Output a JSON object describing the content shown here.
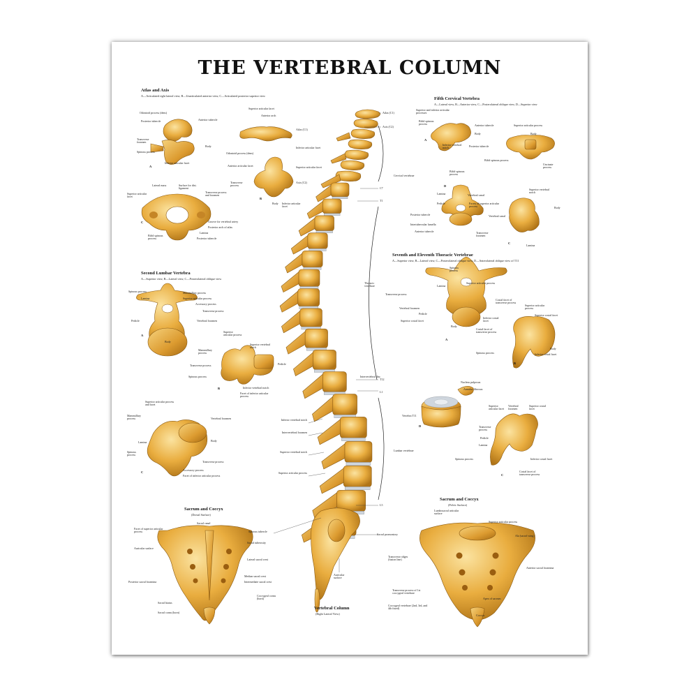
{
  "title": "THE VERTEBRAL COLUMN",
  "sections": {
    "atlas_axis": {
      "heading": "Atlas and Axis",
      "sub": "A—Articulated right lateral view, B—Unarticulated anterior view, C—Articulated posterior superior view"
    },
    "fifth_cervical": {
      "heading": "Fifth Cervical Vertebra",
      "sub": "A—Lateral view, B—Anterior view, C—Posterolateral oblique view, D—Superior view"
    },
    "second_lumbar": {
      "heading": "Second Lumbar Vertebra",
      "sub": "A—Superior view, B—Lateral view, C—Posterolateral oblique view"
    },
    "thoracic": {
      "heading": "Seventh and Eleventh Thoracic Vertebrae",
      "sub": "A—Superior view, B—Lateral view, C—Posterolateral oblique view, D—Anterolateral oblique view of T11"
    },
    "sacrum_dorsal": {
      "heading": "Sacrum and Coccyx",
      "sub": "(Dorsal Surface)"
    },
    "sacrum_pelvic": {
      "heading": "Sacrum and Coccyx",
      "sub": "(Pelvic Surface)"
    },
    "column": {
      "heading": "Vertebral Column",
      "sub": "(Right Lateral View)"
    }
  },
  "spine_labels": {
    "atlas": "Atlas (C1)",
    "axis": "Axis (C2)",
    "cervical": "Cervical vertebrae",
    "c7": "C7",
    "t1": "T1",
    "thoracic": "Thoracic vertebrae",
    "t12": "T12",
    "l1": "L1",
    "lumbar": "Lumbar vertebrae",
    "l5": "L5",
    "intervertebral_disc": "Intervertebral disc",
    "inferior_notch": "Inferior vertebral notch",
    "foramen": "Intervertebral foramen",
    "superior_notch": "Superior vertebral notch",
    "sup_articular": "Superior articular process",
    "spinous_tubercle": "Spinous tubercle",
    "sacral_promontory": "Sacral promontory",
    "auricular": "Auricular surface"
  },
  "atlas_labels": {
    "odontoid": "Odontoid process (dens)",
    "posterior_tubercle": "Posterior tubercle",
    "transverse_foramen": "Transverse foramen",
    "spinous": "Spinous process",
    "anterior_tubercle": "Anterior tubercle",
    "body": "Body",
    "inferior_facet": "Inferior articular facet",
    "superior_facet": "Superior articular facet",
    "anterior_arch": "Anterior arch",
    "atlas_c1": "Atlas (C1)",
    "odontoid2": "Odontoid process (dens)",
    "anterior_facet": "Anterior articular facet",
    "inferior_facet2": "Inferior articular facet",
    "superior_facet2": "Superior articular facet",
    "transverse": "Transverse process",
    "axis_c2": "Axis (C2)",
    "body2": "Body",
    "inferior_facet3": "Inferior articular facet",
    "lateral_mass": "Lateral mass",
    "surface_ligament": "Surface for dist. ligament",
    "superior_facet3": "Superior articular facet",
    "transverse_proc": "Transverse process and foramen",
    "groove": "Groove for vertebral artery",
    "posterior_arch": "Posterior arch of atlas",
    "lamina": "Lamina",
    "bifid": "Bifid spinous process",
    "post_tubercle2": "Posterior tubercle"
  },
  "cervical_labels": {
    "sup_inf": "Superior and inferior articular processes",
    "bifid": "Bifid spinous process",
    "anterior_tubercle": "Anterior tubercle",
    "body": "Body",
    "inferior_notch": "Inferior vertebral notch",
    "posterior_tubercle": "Posterior tubercle",
    "sup_facet": "Superior articular process",
    "body2": "Body",
    "bifid2": "Bifid spinous process",
    "uncinate": "Uncinate process",
    "bifid3": "Bifid spinous process",
    "lamina": "Lamina",
    "pedicle": "Pedicle",
    "vertebral_canal": "Vertebral canal",
    "facets": "Facets of superior articular process",
    "posterior_tubercle2": "Posterior tubercle",
    "intertubercular": "Intertubercular lamella",
    "anterior_tubercle2": "Anterior tubercle",
    "transverse_foramen": "Transverse foramen",
    "sup_notch": "Superior vertebral notch",
    "vertebral_canal2": "Vertebral canal",
    "body3": "Body",
    "lamina2": "Lamina"
  },
  "lumbar_labels": {
    "spinous": "Spinous process",
    "mammillary": "Mammillary process",
    "lamina": "Lamina",
    "sup_articular": "Superior articular process",
    "accessory": "Accessory process",
    "transverse": "Transverse process",
    "pedicle": "Pedicle",
    "vertebral_foramen": "Vertebral foramen",
    "body": "Body",
    "sup_articular2": "Superior articular process",
    "sup_notch": "Superior vertebral notch",
    "mammillary2": "Mammillary process",
    "pedicle2": "Pedicle",
    "transverse2": "Transverse process",
    "spinous2": "Spinous process",
    "inf_notch": "Inferior vertebral notch",
    "facet_inferior": "Facet of inferior articular process",
    "sup_facet": "Superior articular process and facet",
    "mammillary3": "Mammillary process",
    "vertebral_foramen2": "Vertebral foramen",
    "lamina2": "Lamina",
    "body2": "Body",
    "spinous3": "Spinous process",
    "transverse3": "Transverse process",
    "accessory2": "Accessory process",
    "facet_inferior2": "Facet of inferior articular process"
  },
  "thoracic_labels": {
    "spinous": "Spinous process",
    "sup_articular": "Superior articular process",
    "lamina": "Lamina",
    "transverse": "Transverse process",
    "costal_facet": "Costal facet of transverse process",
    "vertebral_foramen": "Vertebral foramen",
    "pedicle": "Pedicle",
    "inferior_costal": "Inferior costal facet",
    "superior_costal": "Superior costal facet",
    "body": "Body",
    "sup_articular2": "Superior articular process",
    "superior_costal2": "Superior costal facet",
    "costal_facet2": "Costal facet of transverse process",
    "body2": "Body",
    "inferior_costal2": "Inferior costal facet",
    "spinous2": "Spinous process",
    "nucleus": "Nucleus pulposus",
    "annulus": "Annulus fibrosus",
    "vertebra_t11": "Vertebra T11",
    "sup_articular3": "Superior articular facet",
    "vertebral_foramen2": "Vertebral foramen",
    "superior_costal3": "Superior costal facet",
    "transverse2": "Transverse process",
    "pedicle2": "Pedicle",
    "lamina2": "Lamina",
    "spinous3": "Spinous process",
    "inferior_costal3": "Inferior costal facet",
    "costal_facet3": "Costal facet of transverse process"
  },
  "sacrum_labels": {
    "sacral_canal": "Sacral canal",
    "facet_superior": "Facet of superior articular process",
    "sacral_tuberosity": "Sacral tuberosity",
    "auricular": "Auricular surface",
    "lateral_crest": "Lateral sacral crest",
    "posterior_foramina": "Posterior sacral foramina",
    "median_crest": "Median sacral crest",
    "intermediate_crest": "Intermediate sacral crest",
    "sacral_hiatus": "Sacral hiatus",
    "coccygeal_cornu": "Coccygeal cornu (horn)",
    "sacral_cornu": "Sacral cornu (horn)",
    "lumbosacral": "Lumbosacral articular surface",
    "sup_articular": "Superior articular process",
    "ala": "Ala (sacral wing)",
    "transverse_ridges": "Transverse ridges (fusion line)",
    "anterior_foramina": "Anterior sacral foramina",
    "transverse_1st": "Transverse process of 1st coccygeal vertebrae",
    "apex": "Apex of sacrum",
    "coccygeal": "Coccygeal vertebrae (2nd, 3rd, and 4th fused)",
    "coccyx": "Coccyx"
  },
  "view_letters": [
    "A",
    "B",
    "C",
    "D"
  ],
  "colors": {
    "bone": "#e6a93a",
    "bone_highlight": "#f8d98a",
    "bone_shadow": "#a8690f",
    "disc": "#cfd6de",
    "paper": "#ffffff"
  }
}
